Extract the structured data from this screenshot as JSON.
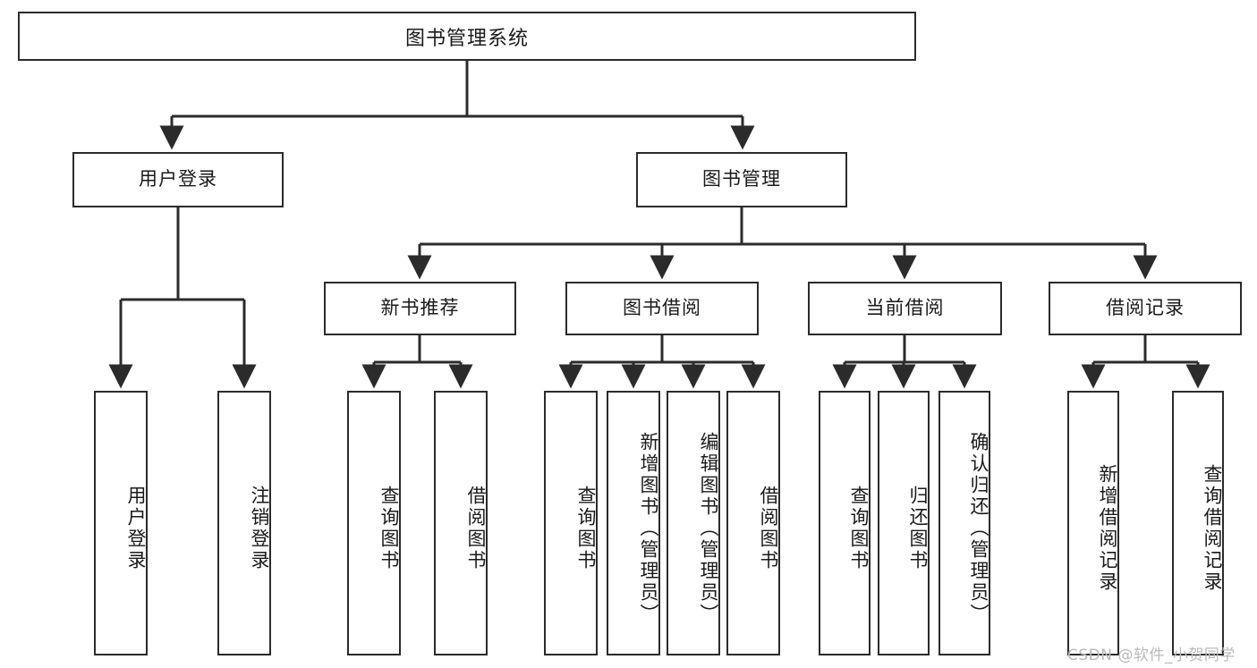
{
  "diagram": {
    "title": "图书管理系统",
    "type": "tree-hierarchy",
    "orientation": "top-down",
    "colors": {
      "box_border": "#2b2b2b",
      "box_fill": "#ffffff",
      "edge": "#2b2b2b",
      "text": "#1a1a1a",
      "watermark": "#b9b9b9",
      "background": "#ffffff"
    },
    "watermark": "CSDN @软件_小贺同学"
  },
  "nodes": {
    "root": {
      "label": "图书管理系统"
    },
    "level2": [
      {
        "id": "user-login",
        "label": "用户登录"
      },
      {
        "id": "book-management",
        "label": "图书管理"
      }
    ],
    "level3": [
      {
        "id": "new-book-recommend",
        "label": "新书推荐"
      },
      {
        "id": "book-borrow",
        "label": "图书借阅"
      },
      {
        "id": "current-borrow",
        "label": "当前借阅"
      },
      {
        "id": "borrow-record",
        "label": "借阅记录"
      }
    ],
    "leaves": {
      "user_login": [
        {
          "id": "leaf-user-login",
          "label": "用户登录"
        },
        {
          "id": "leaf-user-logout",
          "label": "注销登录"
        }
      ],
      "new_book_recommend": [
        {
          "id": "leaf-query-book-1",
          "label": "查询图书"
        },
        {
          "id": "leaf-borrow-book-1",
          "label": "借阅图书"
        }
      ],
      "book_borrow": [
        {
          "id": "leaf-query-book-2",
          "label": "查询图书"
        },
        {
          "id": "leaf-add-book",
          "label": "新增图书（管理员）"
        },
        {
          "id": "leaf-edit-book",
          "label": "编辑图书（管理员）"
        },
        {
          "id": "leaf-borrow-book-2",
          "label": "借阅图书"
        }
      ],
      "current_borrow": [
        {
          "id": "leaf-query-book-3",
          "label": "查询图书"
        },
        {
          "id": "leaf-return-book",
          "label": "归还图书"
        },
        {
          "id": "leaf-confirm-return",
          "label": "确认归还（管理员）"
        }
      ],
      "borrow_record": [
        {
          "id": "leaf-add-record",
          "label": "新增借阅记录"
        },
        {
          "id": "leaf-query-record",
          "label": "查询借阅记录"
        }
      ]
    }
  }
}
